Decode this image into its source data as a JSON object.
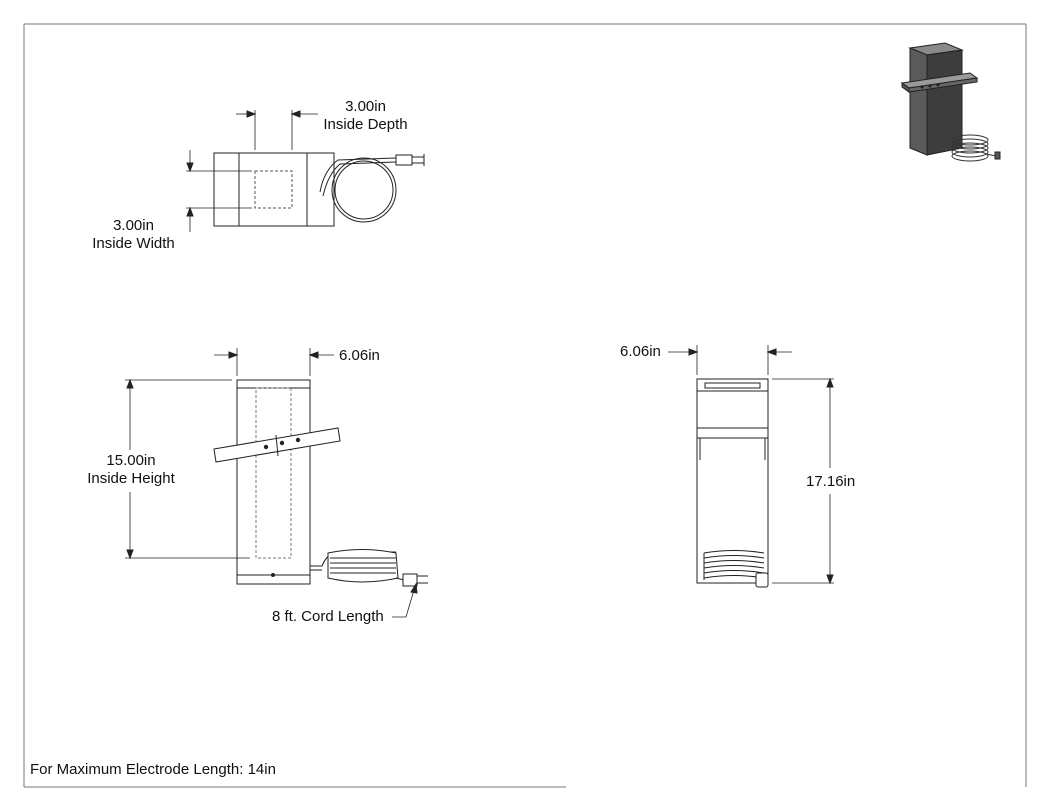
{
  "top_view": {
    "depth_value": "3.00in",
    "depth_label": "Inside Depth",
    "width_value": "3.00in",
    "width_label": "Inside Width"
  },
  "front_view": {
    "width_value": "6.06in",
    "height_value": "15.00in",
    "height_label": "Inside Height",
    "cord_label": "8 ft. Cord Length"
  },
  "side_view": {
    "width_value": "6.06in",
    "overall_height_value": "17.16in"
  },
  "footer": {
    "note": "For Maximum Electrode Length: 14in"
  }
}
